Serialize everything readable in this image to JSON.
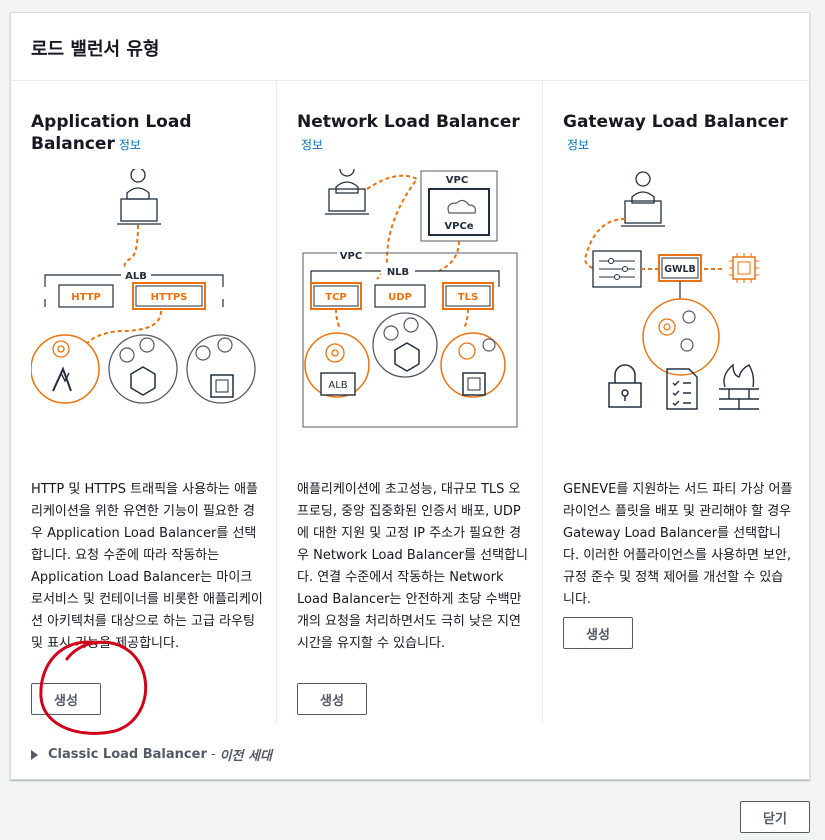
{
  "header": {
    "title": "로드 밸런서 유형"
  },
  "cards": [
    {
      "title": "Application Load Balancer",
      "info": "정보",
      "diagram": {
        "lb_label": "ALB",
        "listeners": [
          "HTTP",
          "HTTPS"
        ]
      },
      "description": "HTTP 및 HTTPS 트래픽을 사용하는 애플리케이션을 위한 유연한 기능이 필요한 경우 Application Load Balancer를 선택합니다. 요청 수준에 따라 작동하는 Application Load Balancer는 마이크로서비스 및 컨테이너를 비롯한 애플리케이션 아키텍처를 대상으로 하는 고급 라우팅 및 표시 기능을 제공합니다.",
      "create": "생성"
    },
    {
      "title": "Network Load Balancer",
      "info": "정보",
      "diagram": {
        "vpc_label": "VPC",
        "vpce_label": "VPCe",
        "lb_label": "NLB",
        "listeners": [
          "TCP",
          "UDP",
          "TLS"
        ],
        "target_label": "ALB"
      },
      "description": "애플리케이션에 초고성능, 대규모 TLS 오프로딩, 중앙 집중화된 인증서 배포, UDP에 대한 지원 및 고정 IP 주소가 필요한 경우 Network Load Balancer를 선택합니다. 연결 수준에서 작동하는 Network Load Balancer는 안전하게 초당 수백만 개의 요청을 처리하면서도 극히 낮은 지연 시간을 유지할 수 있습니다.",
      "create": "생성"
    },
    {
      "title": "Gateway Load Balancer",
      "info": "정보",
      "diagram": {
        "lb_label": "GWLB"
      },
      "description": "GENEVE를 지원하는 서드 파티 가상 어플라이언스 플릿을 배포 및 관리해야 할 경우 Gateway Load Balancer를 선택합니다. 이러한 어플라이언스를 사용하면 보안, 규정 준수 및 정책 제어를 개선할 수 있습니다.",
      "create": "생성"
    }
  ],
  "classic": {
    "label": "Classic Load Balancer",
    "separator": "-",
    "suffix": "이전 세대"
  },
  "footer": {
    "close": "닫기"
  },
  "colors": {
    "accent": "#ec7211",
    "link": "#0073bb",
    "text": "#16191f",
    "annotation": "#d0021b"
  }
}
